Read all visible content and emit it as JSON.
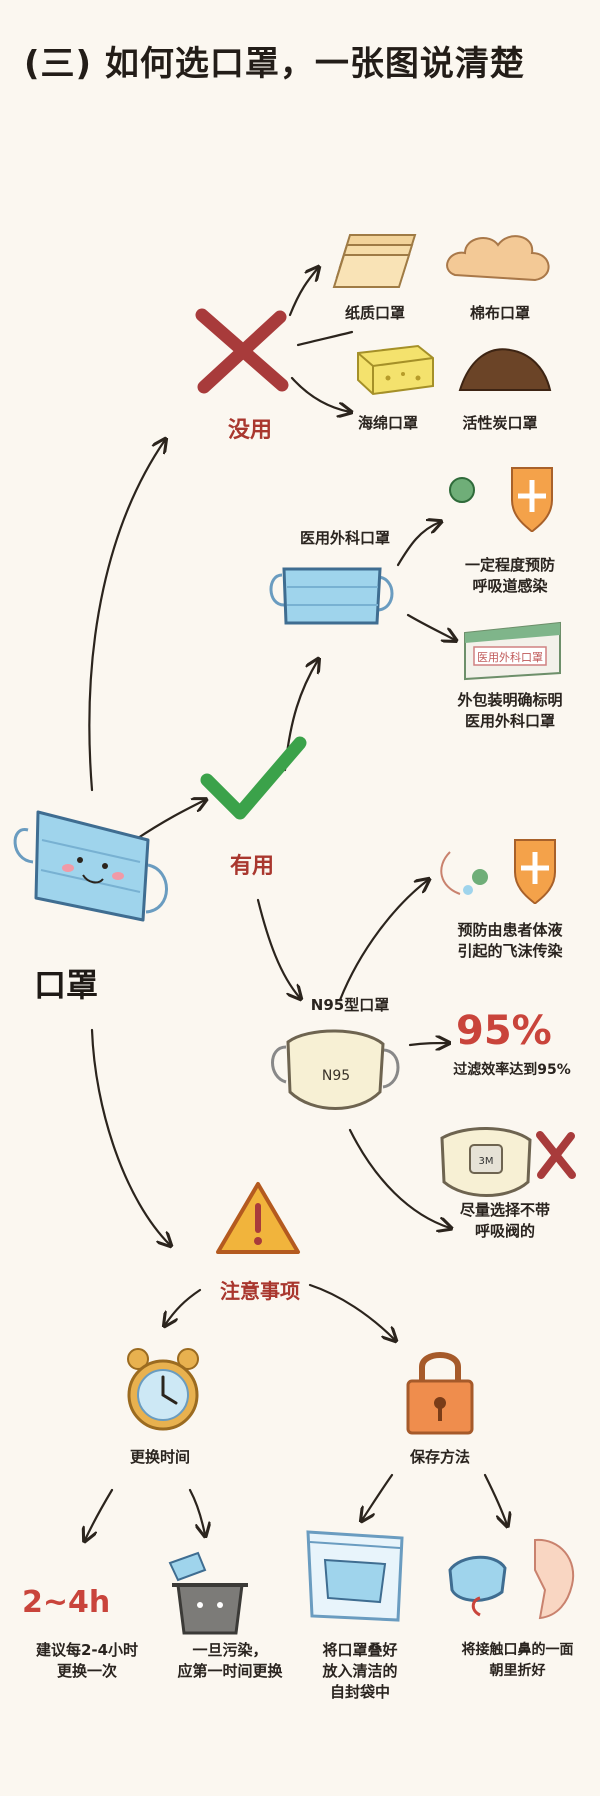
{
  "title": "(三) 如何选口罩，一张图说清楚",
  "root": "口罩",
  "useless": {
    "label": "没用",
    "items": [
      "纸质口罩",
      "棉布口罩",
      "海绵口罩",
      "活性炭口罩"
    ]
  },
  "useful": {
    "label": "有用",
    "surgical": {
      "label": "医用外科口罩",
      "note1": [
        "一定程度预防",
        "呼吸道感染"
      ],
      "note2": [
        "外包装明确标明",
        "医用外科口罩"
      ],
      "box_text": "医用外科口罩"
    },
    "n95": {
      "label": "N95型口罩",
      "mask_text": "N95",
      "note1": [
        "预防由患者体液",
        "引起的飞沫传染"
      ],
      "big_number": "95%",
      "note2": "过滤效率达到95%",
      "valve_text": "3M",
      "note3": [
        "尽量选择不带",
        "呼吸阀的"
      ]
    }
  },
  "notes": {
    "label": "注意事项",
    "change": {
      "label": "更换时间",
      "time": "2~4h",
      "tip1": [
        "建议每2-4小时",
        "更换一次"
      ],
      "tip2": [
        "一旦污染，",
        "应第一时间更换"
      ]
    },
    "storage": {
      "label": "保存方法",
      "tip1": [
        "将口罩叠好",
        "放入清洁的",
        "自封袋中"
      ],
      "tip2": [
        "将接触口鼻的一面",
        "朝里折好"
      ]
    }
  }
}
